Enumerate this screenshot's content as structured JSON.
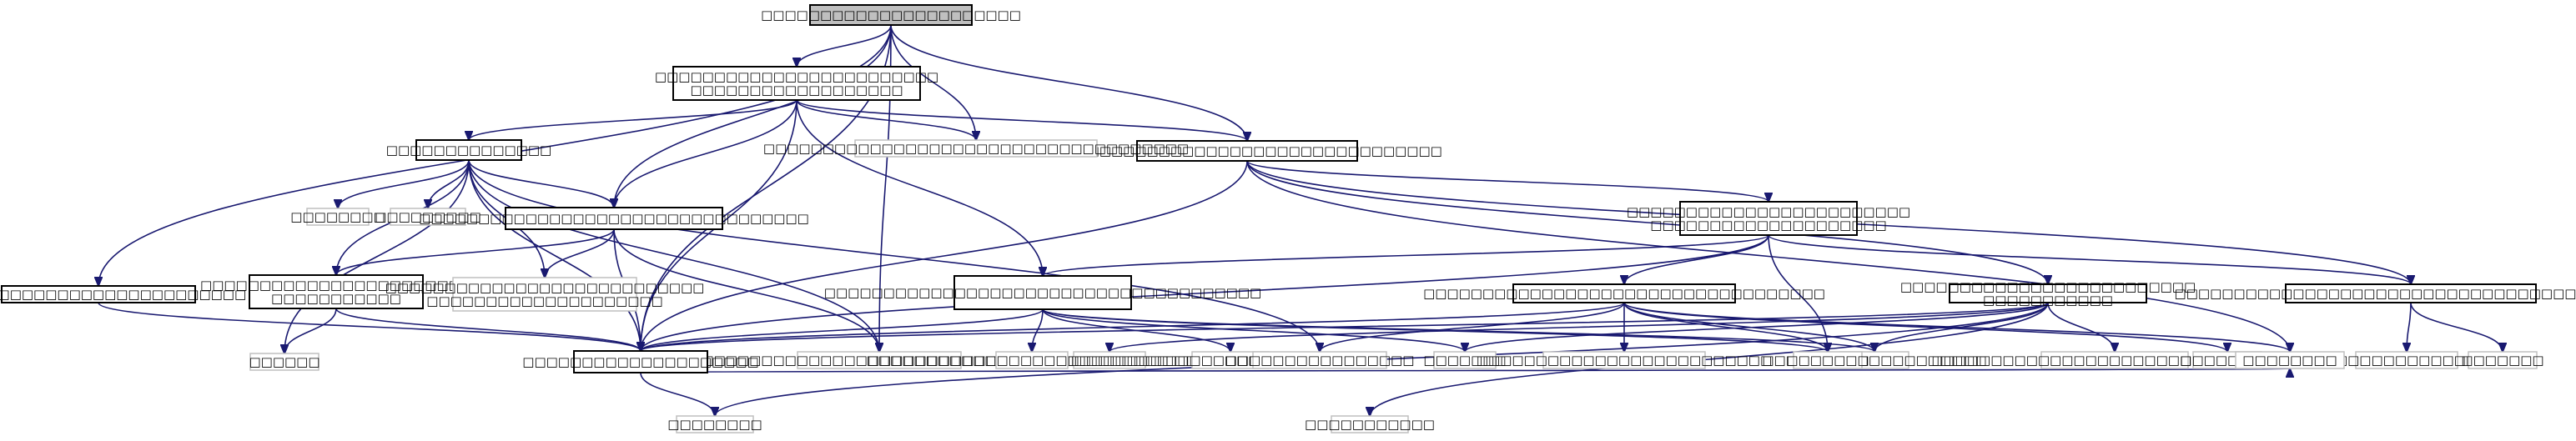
{
  "graph": {
    "title": "",
    "colors": {
      "edge": "#191970",
      "root_fill": "#bfbfbf",
      "node_border": "#000000",
      "leaf_border": "#bfbfbf"
    },
    "nodes": [
      {
        "id": "n0",
        "label": "□□□□□□□□□□□□□□□□□□□□□□",
        "lines": [
          "□□□□□□□□□□□□□□□□□□□□□□"
        ],
        "kind": "root"
      },
      {
        "id": "n1",
        "label": "□□□□□□□□□□□□□□□□□□□□□□□□ □□□□□□□□□□□□□□□□□□",
        "lines": [
          "□□□□□□□□□□□□□□□□□□□□□□□□",
          "□□□□□□□□□□□□□□□□□□"
        ],
        "kind": "node"
      },
      {
        "id": "n2",
        "label": "□□□□□□□□□□□□□□",
        "lines": [
          "□□□□□□□□□□□□□□"
        ],
        "kind": "node"
      },
      {
        "id": "n3",
        "label": "□□□□□□□□□□□□□□□□□□□□□□□□□□□□□□□□□",
        "lines": [
          "□□□□□□□□□□□□□□□□□□□□□□□□□□□□□□□□□"
        ],
        "kind": "node"
      },
      {
        "id": "n4",
        "label": "□□□□□□□□□□□□□□□□□□□□□□□□□□□□□□□□□□□□",
        "lines": [
          "□□□□□□□□□□□□□□□□□□□□□□□□□□□□□□□□□□□□"
        ],
        "kind": "leaf"
      },
      {
        "id": "n5",
        "label": "□□□□□□□□",
        "lines": [
          "□□□□□□□□"
        ],
        "kind": "leaf"
      },
      {
        "id": "n6",
        "label": "□□□□□□□□□",
        "lines": [
          "□□□□□□□□□"
        ],
        "kind": "leaf"
      },
      {
        "id": "n7",
        "label": "□□□□□□□□□□□□□□□□□□□□□□□□□",
        "lines": [
          "□□□□□□□□□□□□□□□□□□□□□□□□□"
        ],
        "kind": "node"
      },
      {
        "id": "n8",
        "label": "□□□□□□□□□□□□□□□□□□□□□□□□□□□□□□□□□",
        "lines": [
          "□□□□□□□□□□□□□□□□□□□□□□□□□□□□□□□□□"
        ],
        "kind": "node"
      },
      {
        "id": "n9",
        "label": "□□□□□□□□□□□□□□□□□□□□□□□□□□□□□□",
        "lines": [
          "□□□□□□□□□□□□□□□□□□□□□□□□□□□□□□"
        ],
        "kind": "leaf"
      },
      {
        "id": "n10",
        "label": "□□□□□□□□□□□□□□□□□□□□□□□□ □□□□□□□□□□□□□□□□□□□□",
        "lines": [
          "□□□□□□□□□□□□□□□□□□□□□□□□",
          "□□□□□□□□□□□□□□□□□□□□"
        ],
        "kind": "node"
      },
      {
        "id": "n11",
        "label": "□□□□□□□□□□□□□□□□□□□□□□□ □□□□□□□□□□□",
        "lines": [
          "□□□□□□□□□□□□□□□□□□□□□□□",
          "□□□□□□□□□□□"
        ],
        "kind": "node"
      },
      {
        "id": "n12",
        "label": "□□□□□□□□□□□□□□□□□□□□□□□□□□□ □□□□□□□□□□□□□□□□□□□□",
        "lines": [
          "□□□□□□□□□□□□□□□□□□□□□□□□□□□",
          "□□□□□□□□□□□□□□□□□□□□"
        ],
        "kind": "leaf"
      },
      {
        "id": "n13",
        "label": "□□□□□□□□□□□□□□□□□□□□□□□□□ □□□□□□□□□□□",
        "lines": [
          "□□□□□□□□□□□□□□□□□□□□□□□□□",
          "□□□□□□□□□□□"
        ],
        "kind": "node"
      },
      {
        "id": "n14",
        "label": "□□□□□□□□□□□□□□□□□□□□□□□□□□□□□□□□□□□□□",
        "lines": [
          "□□□□□□□□□□□□□□□□□□□□□□□□□□□□□□□□□□□□□"
        ],
        "kind": "node"
      },
      {
        "id": "n15",
        "label": "□□□□□□□□□□□□□□□□□□□□□□□□□□□□□□□□□□",
        "lines": [
          "□□□□□□□□□□□□□□□□□□□□□□□□□□□□□□□□□□"
        ],
        "kind": "node"
      },
      {
        "id": "n16",
        "label": "□□□□□□□□□□□□□□□□□□□□□□□□□□□□□□□□□□□□□□□□",
        "lines": [
          "□□□□□□□□□□□□□□□□□□□□□□□□□□□□□□□□□□□□□□□□"
        ],
        "kind": "node"
      },
      {
        "id": "n17",
        "label": "□□□□□□",
        "lines": [
          "□□□□□□"
        ],
        "kind": "leaf"
      },
      {
        "id": "n18",
        "label": "□□□□□□□□□□□□□□□□□□□□",
        "lines": [
          "□□□□□□□□□□□□□□□□□□□□"
        ],
        "kind": "node"
      },
      {
        "id": "n19",
        "label": "□□□□□□□□□□□□□□□□□□□□□□□□□□□□□□□",
        "lines": [
          "□□□□□□□□□□□□□□□□□□□□□□□□□□□□□□□"
        ],
        "kind": "leaf"
      },
      {
        "id": "n20",
        "label": "□□□□□□□□",
        "lines": [
          "□□□□□□□□"
        ],
        "kind": "leaf"
      },
      {
        "id": "n21",
        "label": "□□□□□□□□□□",
        "lines": [
          "□□□□□□□□□□"
        ],
        "kind": "leaf"
      },
      {
        "id": "n22",
        "label": "□□□□□□□□□□□",
        "lines": [
          "□□□□□□□□□□□"
        ],
        "kind": "leaf"
      },
      {
        "id": "n23",
        "label": "□□□□□□□□□□□□□□□□□□□",
        "lines": [
          "□□□□□□□□□□□□□□□□□□□"
        ],
        "kind": "leaf"
      },
      {
        "id": "n24",
        "label": "□□□□□□□",
        "lines": [
          "□□□□□□□"
        ],
        "kind": "leaf"
      },
      {
        "id": "n25",
        "label": "□□□□□□□□□□□□□□□□□□□□□□□□□□□□",
        "lines": [
          "□□□□□□□□□□□□□□□□□□□□□□□□□□□□"
        ],
        "kind": "leaf"
      },
      {
        "id": "n26",
        "label": "□□□□□□□□□□□",
        "lines": [
          "□□□□□□□□□□□"
        ],
        "kind": "leaf"
      },
      {
        "id": "n27",
        "label": "□□□□□□□",
        "lines": [
          "□□□□□□□"
        ],
        "kind": "leaf"
      },
      {
        "id": "n28",
        "label": "□□□□□□□□□□□□□□□□□□□□□□□□□",
        "lines": [
          "□□□□□□□□□□□□□□□□□□□□□□□□□"
        ],
        "kind": "leaf"
      },
      {
        "id": "n29",
        "label": "□□□□□□□□",
        "lines": [
          "□□□□□□□□"
        ],
        "kind": "leaf"
      },
      {
        "id": "n30",
        "label": "□□□□□□□□□□□□□□□□",
        "lines": [
          "□□□□□□□□□□□□□□□□"
        ],
        "kind": "leaf"
      },
      {
        "id": "n31",
        "label": "□□□□□□□□□□□□□□□□",
        "lines": [
          "□□□□□□□□□□□□□□□□"
        ],
        "kind": "leaf"
      },
      {
        "id": "n32",
        "label": "□□□□□□□",
        "lines": [
          "□□□□□□□"
        ],
        "kind": "leaf"
      },
      {
        "id": "n33",
        "label": "□□□□□□□□",
        "lines": [
          "□□□□□□□□"
        ],
        "kind": "leaf"
      }
    ],
    "edges": [
      {
        "from": "n0",
        "to": "n1"
      },
      {
        "from": "n0",
        "to": "n3"
      },
      {
        "from": "n0",
        "to": "n4"
      },
      {
        "from": "n0",
        "to": "n7"
      },
      {
        "from": "n0",
        "to": "n8"
      },
      {
        "from": "n0",
        "to": "n9"
      },
      {
        "from": "n0",
        "to": "n18"
      },
      {
        "from": "n1",
        "to": "n2"
      },
      {
        "from": "n1",
        "to": "n3"
      },
      {
        "from": "n1",
        "to": "n4"
      },
      {
        "from": "n1",
        "to": "n8"
      },
      {
        "from": "n1",
        "to": "n14"
      },
      {
        "from": "n1",
        "to": "n18"
      },
      {
        "from": "n2",
        "to": "n5"
      },
      {
        "from": "n2",
        "to": "n6"
      },
      {
        "from": "n2",
        "to": "n8"
      },
      {
        "from": "n2",
        "to": "n9"
      },
      {
        "from": "n2",
        "to": "n11"
      },
      {
        "from": "n2",
        "to": "n12"
      },
      {
        "from": "n2",
        "to": "n17"
      },
      {
        "from": "n2",
        "to": "n18"
      },
      {
        "from": "n2",
        "to": "n30"
      },
      {
        "from": "n3",
        "to": "n10"
      },
      {
        "from": "n3",
        "to": "n13"
      },
      {
        "from": "n3",
        "to": "n16"
      },
      {
        "from": "n3",
        "to": "n18"
      },
      {
        "from": "n3",
        "to": "n33"
      },
      {
        "from": "n7",
        "to": "n18"
      },
      {
        "from": "n8",
        "to": "n9"
      },
      {
        "from": "n8",
        "to": "n11"
      },
      {
        "from": "n8",
        "to": "n12"
      },
      {
        "from": "n8",
        "to": "n18"
      },
      {
        "from": "n10",
        "to": "n14"
      },
      {
        "from": "n10",
        "to": "n15"
      },
      {
        "from": "n10",
        "to": "n16"
      },
      {
        "from": "n10",
        "to": "n18"
      },
      {
        "from": "n10",
        "to": "n27"
      },
      {
        "from": "n11",
        "to": "n17"
      },
      {
        "from": "n11",
        "to": "n18"
      },
      {
        "from": "n13",
        "to": "n18"
      },
      {
        "from": "n13",
        "to": "n19"
      },
      {
        "from": "n13",
        "to": "n20"
      },
      {
        "from": "n13",
        "to": "n21"
      },
      {
        "from": "n13",
        "to": "n22"
      },
      {
        "from": "n13",
        "to": "n23"
      },
      {
        "from": "n13",
        "to": "n24"
      },
      {
        "from": "n14",
        "to": "n18"
      },
      {
        "from": "n14",
        "to": "n23"
      },
      {
        "from": "n14",
        "to": "n24"
      },
      {
        "from": "n14",
        "to": "n25"
      },
      {
        "from": "n14",
        "to": "n26"
      },
      {
        "from": "n14",
        "to": "n27"
      },
      {
        "from": "n15",
        "to": "n18"
      },
      {
        "from": "n15",
        "to": "n23"
      },
      {
        "from": "n15",
        "to": "n27"
      },
      {
        "from": "n15",
        "to": "n28"
      },
      {
        "from": "n15",
        "to": "n29"
      },
      {
        "from": "n15",
        "to": "n30"
      },
      {
        "from": "n15",
        "to": "n33"
      },
      {
        "from": "n16",
        "to": "n31"
      },
      {
        "from": "n16",
        "to": "n32"
      },
      {
        "from": "n18",
        "to": "n20"
      },
      {
        "from": "n18",
        "to": "n33"
      }
    ]
  }
}
